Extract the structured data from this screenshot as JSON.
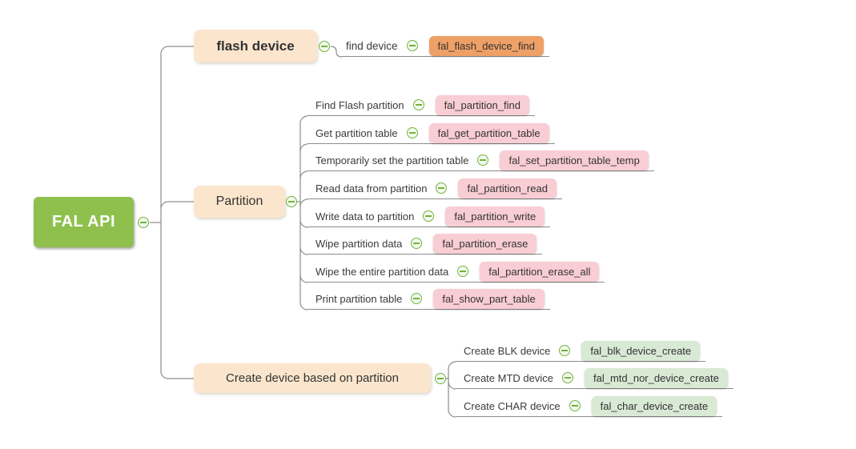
{
  "root": {
    "label": "FAL API"
  },
  "branches": [
    {
      "label": "flash device",
      "children": [
        {
          "label": "find device",
          "function": "fal_flash_device_find"
        }
      ]
    },
    {
      "label": "Partition",
      "children": [
        {
          "label": "Find Flash partition",
          "function": "fal_partition_find"
        },
        {
          "label": "Get partition table",
          "function": "fal_get_partition_table"
        },
        {
          "label": "Temporarily set the partition table",
          "function": "fal_set_partition_table_temp"
        },
        {
          "label": "Read data from partition",
          "function": "fal_partition_read"
        },
        {
          "label": "Write data to partition",
          "function": "fal_partition_write"
        },
        {
          "label": "Wipe partition data",
          "function": "fal_partition_erase"
        },
        {
          "label": "Wipe the entire partition data",
          "function": "fal_partition_erase_all"
        },
        {
          "label": "Print partition table",
          "function": "fal_show_part_table"
        }
      ]
    },
    {
      "label": "Create device based on partition",
      "children": [
        {
          "label": "Create BLK device",
          "function": "fal_blk_device_create"
        },
        {
          "label": "Create MTD device",
          "function": "fal_mtd_nor_device_create"
        },
        {
          "label": "Create CHAR device",
          "function": "fal_char_device_create"
        }
      ]
    }
  ],
  "colors": {
    "root_bg": "#8fc04e",
    "branch_bg": "#fbe6cd",
    "function_orange": "#efa067",
    "function_pink": "#f9cdd4",
    "function_green": "#d8e9d4",
    "connector_line": "#8c8c8c",
    "collapse_icon": "#72b23e",
    "text": "#333333"
  }
}
